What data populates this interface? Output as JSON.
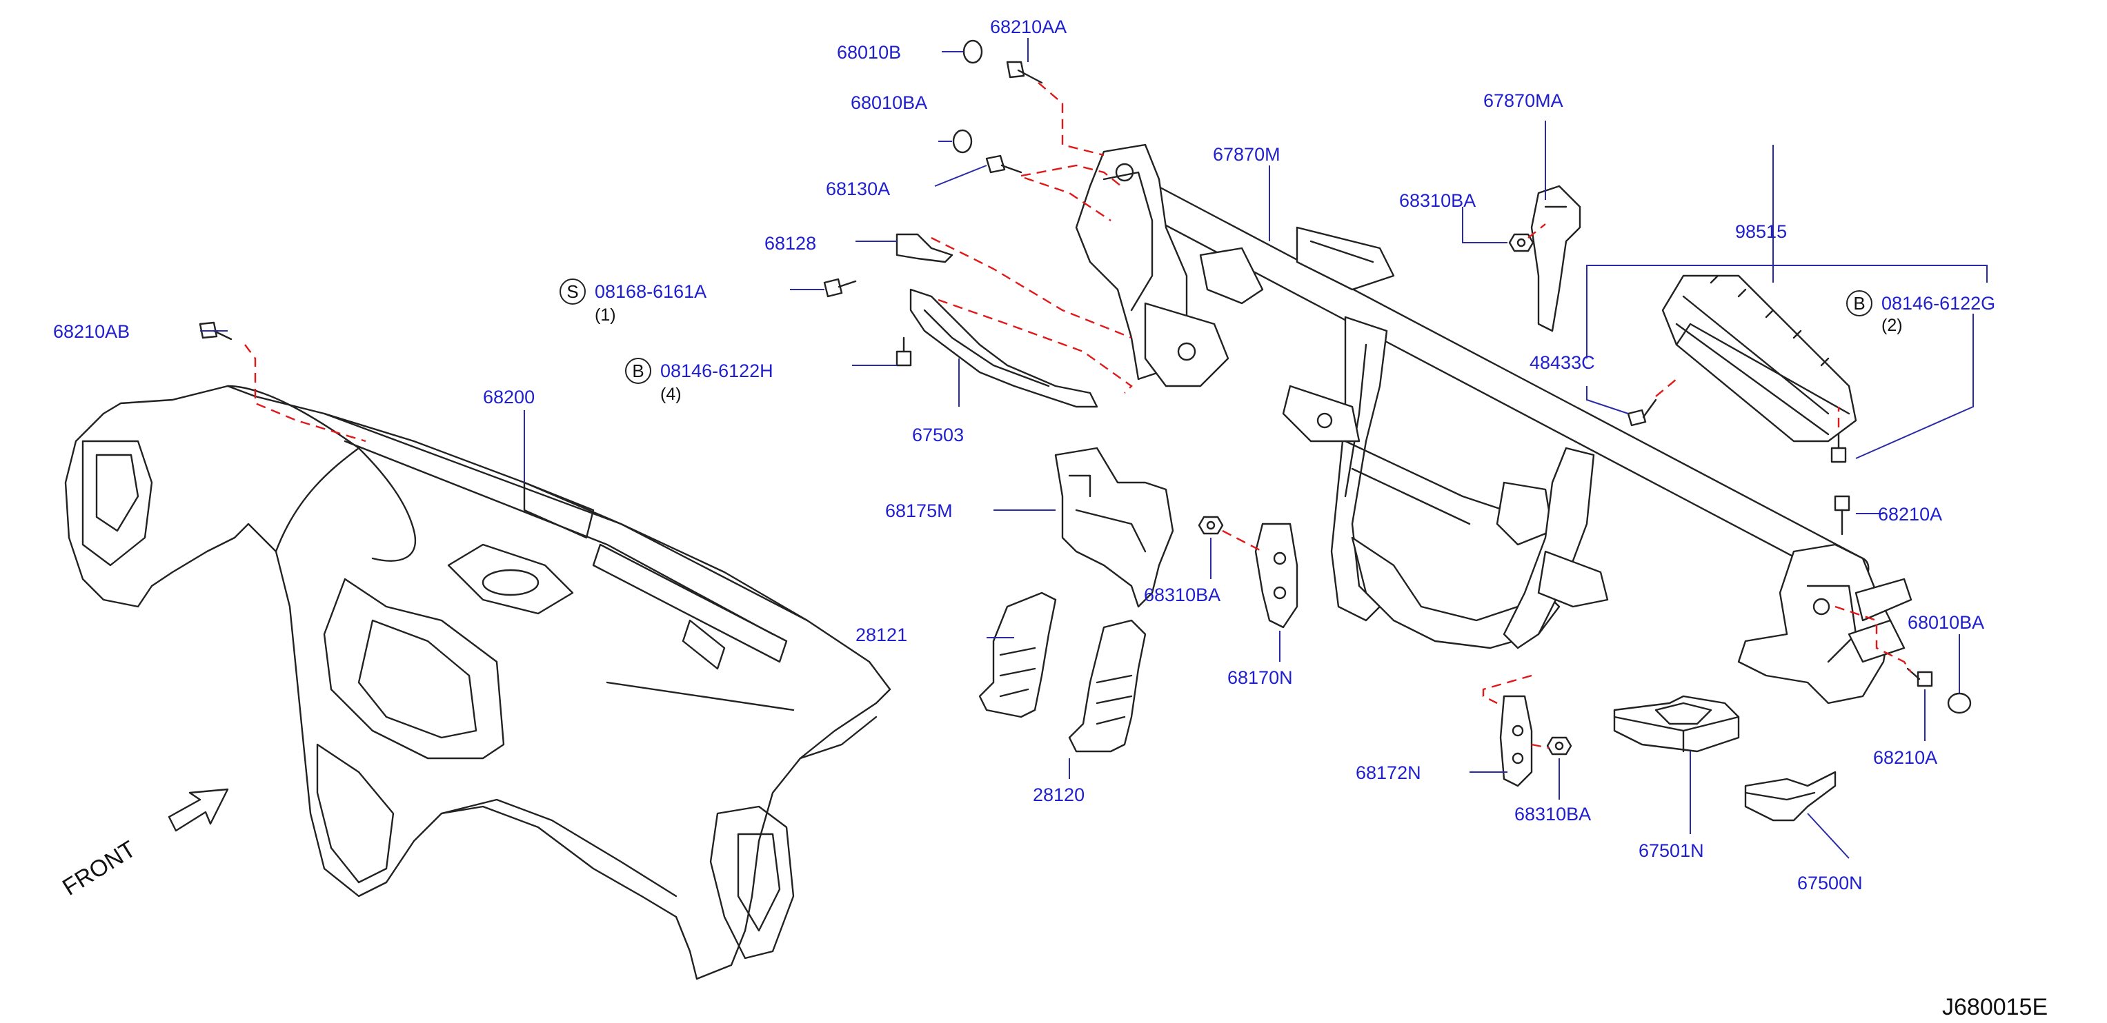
{
  "diagram_code": "J680015E",
  "front_label": "FRONT",
  "parts": {
    "p68010B": "68010B",
    "p68210AA": "68210AA",
    "p68010BA_top": "68010BA",
    "p68130A": "68130A",
    "p68128": "68128",
    "p67870M": "67870M",
    "p67870MA": "67870MA",
    "p68310BA_top": "68310BA",
    "p98515": "98515",
    "p48433C": "48433C",
    "p08146_6122G": "08146-6122G",
    "p08146_6122G_qty": "(2)",
    "p08146_6122G_prefix": "B",
    "p08168_6161A": "08168-6161A",
    "p08168_6161A_qty": "(1)",
    "p08168_6161A_prefix": "S",
    "p08146_6122H": "08146-6122H",
    "p08146_6122H_qty": "(4)",
    "p08146_6122H_prefix": "B",
    "p68210AB": "68210AB",
    "p68200": "68200",
    "p67503": "67503",
    "p68175M": "68175M",
    "p68310BA_mid": "68310BA",
    "p68170N": "68170N",
    "p28121": "28121",
    "p28120": "28120",
    "p68210A_right": "68210A",
    "p68010BA_right": "68010BA",
    "p68210A_lower": "68210A",
    "p68172N": "68172N",
    "p68310BA_low": "68310BA",
    "p67501N": "67501N",
    "p67500N": "67500N"
  },
  "colors": {
    "label": "#1f1fd0",
    "leader": "#2a2aa8",
    "dashed_guide": "#e01818",
    "line_art": "#222222"
  }
}
